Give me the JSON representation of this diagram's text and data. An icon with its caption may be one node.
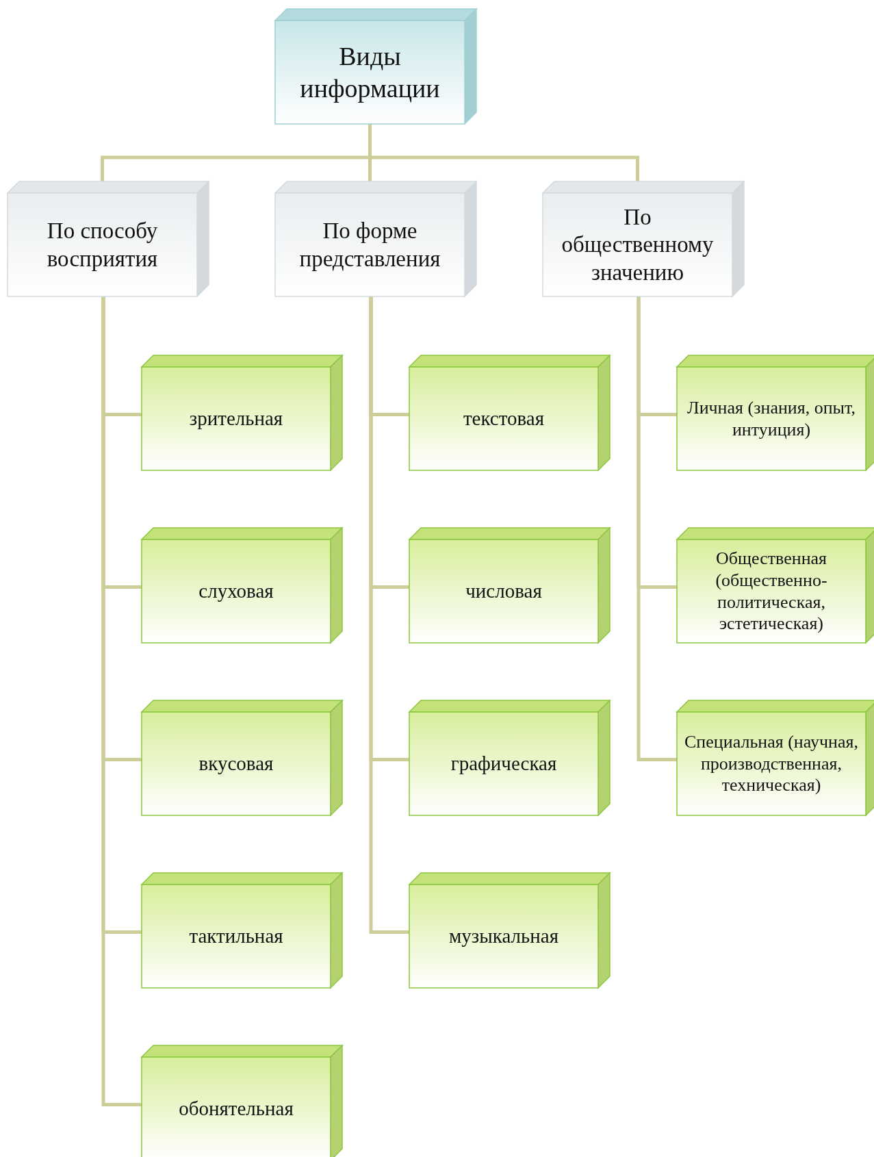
{
  "diagram": {
    "nodes": [
      {
        "text": [
          "Виды информации"
        ]
      },
      {
        "text": [
          "По способу восприятия"
        ]
      },
      {
        "text": [
          "По форме представления"
        ]
      },
      {
        "text": [
          "По общественному значению"
        ]
      },
      {
        "text": [
          "зрительная"
        ]
      },
      {
        "text": [
          "слуховая"
        ]
      },
      {
        "text": [
          "вкусовая"
        ]
      },
      {
        "text": [
          "тактильная"
        ]
      },
      {
        "text": [
          "обонятельная"
        ]
      },
      {
        "text": [
          "текстовая"
        ]
      },
      {
        "text": [
          "числовая"
        ]
      },
      {
        "text": [
          "графическая"
        ]
      },
      {
        "text": [
          "музыкальная"
        ]
      },
      {
        "text": [
          "Личная (знания, опыт, интуиция)"
        ]
      },
      {
        "text": [
          "Общественная (общественно-политическая, эстетическая)"
        ]
      },
      {
        "text": [
          "Специальная (научная, производственная, техническая)"
        ]
      }
    ],
    "edges": [
      {
        "from": 0,
        "to": 1,
        "arrow": "none"
      },
      {
        "from": 0,
        "to": 2,
        "arrow": "none"
      },
      {
        "from": 0,
        "to": 3,
        "arrow": "none"
      },
      {
        "from": 1,
        "to": 4,
        "arrow": "none"
      },
      {
        "from": 1,
        "to": 5,
        "arrow": "none"
      },
      {
        "from": 1,
        "to": 6,
        "arrow": "none"
      },
      {
        "from": 1,
        "to": 7,
        "arrow": "none"
      },
      {
        "from": 1,
        "to": 8,
        "arrow": "none"
      },
      {
        "from": 2,
        "to": 9,
        "arrow": "none"
      },
      {
        "from": 2,
        "to": 10,
        "arrow": "none"
      },
      {
        "from": 2,
        "to": 11,
        "arrow": "none"
      },
      {
        "from": 2,
        "to": 12,
        "arrow": "none"
      },
      {
        "from": 3,
        "to": 13,
        "arrow": "none"
      },
      {
        "from": 3,
        "to": 14,
        "arrow": "none"
      },
      {
        "from": 3,
        "to": 15,
        "arrow": "none"
      }
    ]
  }
}
